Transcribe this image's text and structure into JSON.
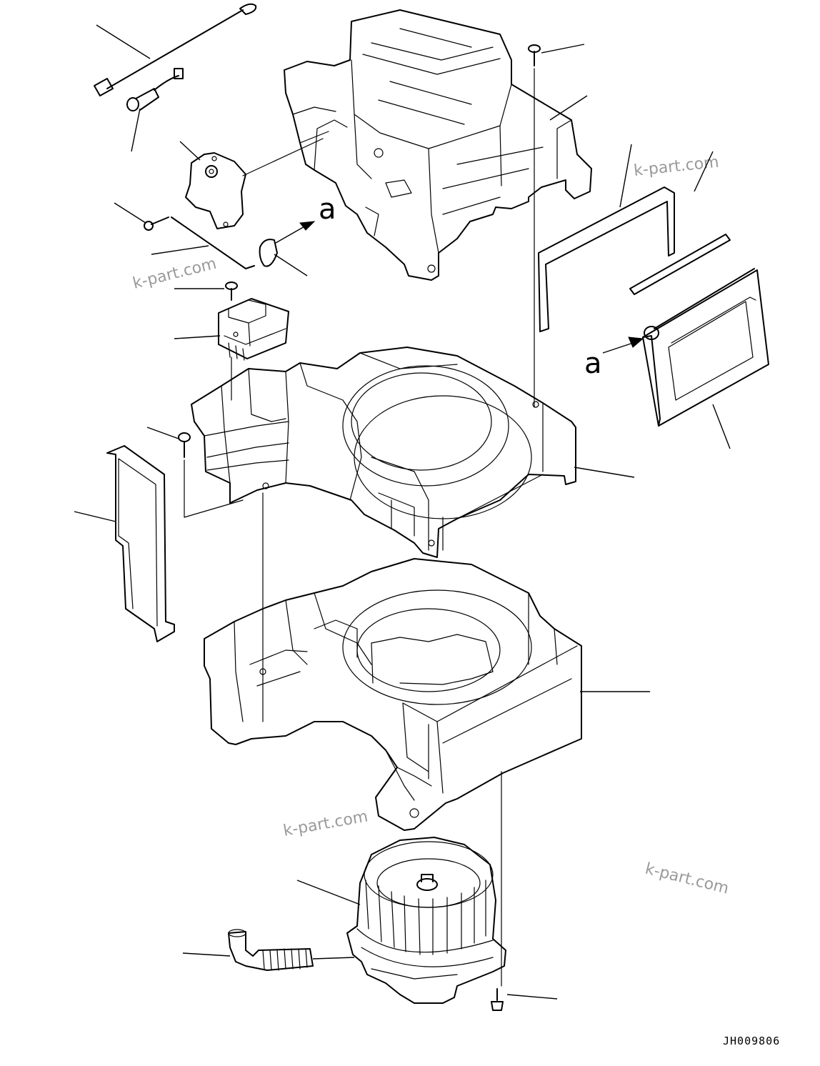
{
  "diagram": {
    "callout_letter": "a",
    "watermark": "k-part.com",
    "drawing_code": "JH009806"
  }
}
